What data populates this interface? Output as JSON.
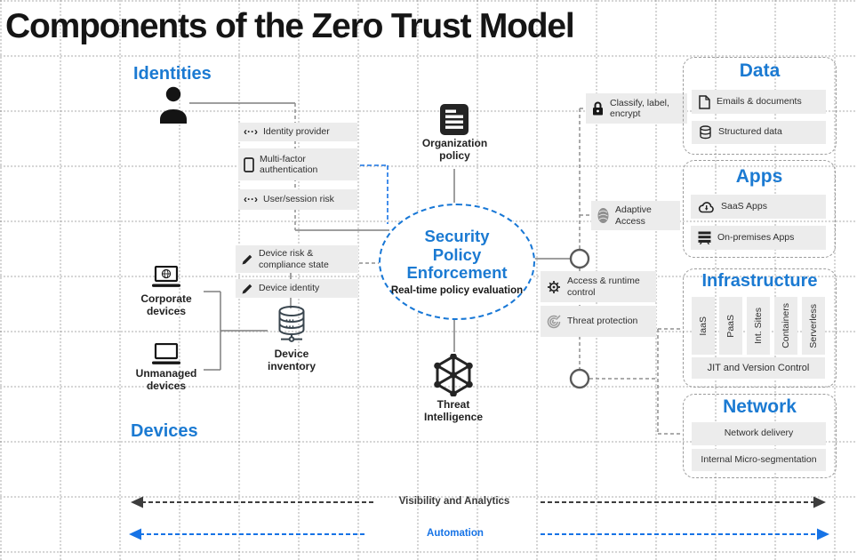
{
  "title": "Components of the Zero Trust Model",
  "headings": {
    "identities": "Identities",
    "devices": "Devices"
  },
  "identity_boxes": {
    "idp": "Identity provider",
    "mfa": "Multi-factor authentication",
    "session_risk": "User/session risk"
  },
  "device_side": {
    "corporate": "Corporate devices",
    "unmanaged": "Unmanaged devices",
    "risk": "Device risk & compliance state",
    "identity": "Device identity",
    "inventory": "Device inventory"
  },
  "center": {
    "org_policy": "Organization policy",
    "security": "Security",
    "policy_enforcement": "Policy Enforcement",
    "realtime": "Real-time policy evaluation",
    "threat_intel": "Threat Intelligence"
  },
  "controls": {
    "classify": "Classify, label, encrypt",
    "adaptive": "Adaptive Access",
    "access": "Access & runtime control",
    "threat": "Threat protection"
  },
  "panels": {
    "data": {
      "title": "Data",
      "items": [
        "Emails & documents",
        "Structured data"
      ]
    },
    "apps": {
      "title": "Apps",
      "items": [
        "SaaS Apps",
        "On-premises Apps"
      ]
    },
    "infrastructure": {
      "title": "Infrastructure",
      "pillars": [
        "IaaS",
        "PaaS",
        "Int. Sites",
        "Containers",
        "Serverless"
      ],
      "footer": "JIT and Version Control"
    },
    "network": {
      "title": "Network",
      "items": [
        "Network delivery",
        "Internal Micro-segmentation"
      ]
    }
  },
  "footer_arrows": {
    "visibility": "Visibility and Analytics",
    "automation": "Automation"
  },
  "colors": {
    "heading_blue": "#1b7ad2",
    "arrow_blue": "#1673e6",
    "arrow_dark": "#3d3d3d",
    "box_bg": "#ececec",
    "panel_border": "#9c9c9c",
    "connector_gray": "#8c8c8c",
    "title_black": "#151515"
  }
}
